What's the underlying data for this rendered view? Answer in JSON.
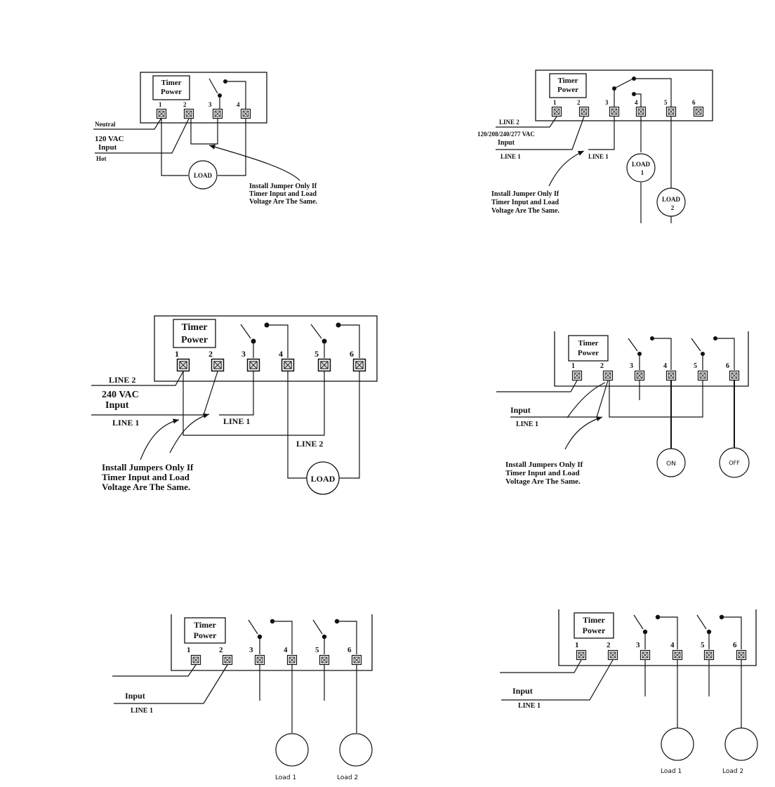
{
  "panel1": {
    "timer": [
      "Timer",
      "Power"
    ],
    "terms": [
      "1",
      "2",
      "3",
      "4"
    ],
    "neutral": "Neutral",
    "vac": "120 VAC",
    "input": "Input",
    "hot": "Hot",
    "load": "LOAD",
    "note": [
      "Install Jumper Only If",
      "Timer Input and Load",
      "Voltage Are The Same."
    ]
  },
  "panel2": {
    "timer": [
      "Timer",
      "Power"
    ],
    "terms": [
      "1",
      "2",
      "3",
      "4",
      "5",
      "6"
    ],
    "line2": "LINE 2",
    "vac": "120/208/240/277 VAC",
    "input": "Input",
    "line1a": "LINE 1",
    "line1b": "LINE 1",
    "load1": [
      "LOAD",
      "1"
    ],
    "load2": [
      "LOAD",
      "2"
    ],
    "note": [
      "Install Jumper  Only If",
      "Timer Input and Load",
      "Voltage Are The Same."
    ]
  },
  "panel3": {
    "timer": [
      "Timer",
      "Power"
    ],
    "terms": [
      "1",
      "2",
      "3",
      "4",
      "5",
      "6"
    ],
    "line2": "LINE 2",
    "vac": "240 VAC",
    "input": "Input",
    "line1a": "LINE 1",
    "line1b": "LINE 1",
    "line2b": "LINE 2",
    "load": "LOAD",
    "note": [
      "Install Jumpers Only If",
      "Timer Input and Load",
      "Voltage Are The Same."
    ]
  },
  "panel4": {
    "timer": [
      "Timer",
      "Power"
    ],
    "terms": [
      "1",
      "2",
      "3",
      "4",
      "5",
      "6"
    ],
    "input": "Input",
    "line1": "LINE 1",
    "on": "ON",
    "off": "OFF",
    "note": [
      "Install Jumpers Only If",
      "Timer Input and Load",
      "Voltage Are The Same."
    ]
  },
  "panel5": {
    "timer": [
      "Timer",
      "Power"
    ],
    "terms": [
      "1",
      "2",
      "3",
      "4",
      "5",
      "6"
    ],
    "input": "Input",
    "line1": "LINE 1",
    "load1": "Load 1",
    "load2": "Load 2"
  },
  "panel6": {
    "timer": [
      "Timer",
      "Power"
    ],
    "terms": [
      "1",
      "2",
      "3",
      "4",
      "5",
      "6"
    ],
    "input": "Input",
    "line1": "LINE 1",
    "load1": "Load 1",
    "load2": "Load 2"
  }
}
